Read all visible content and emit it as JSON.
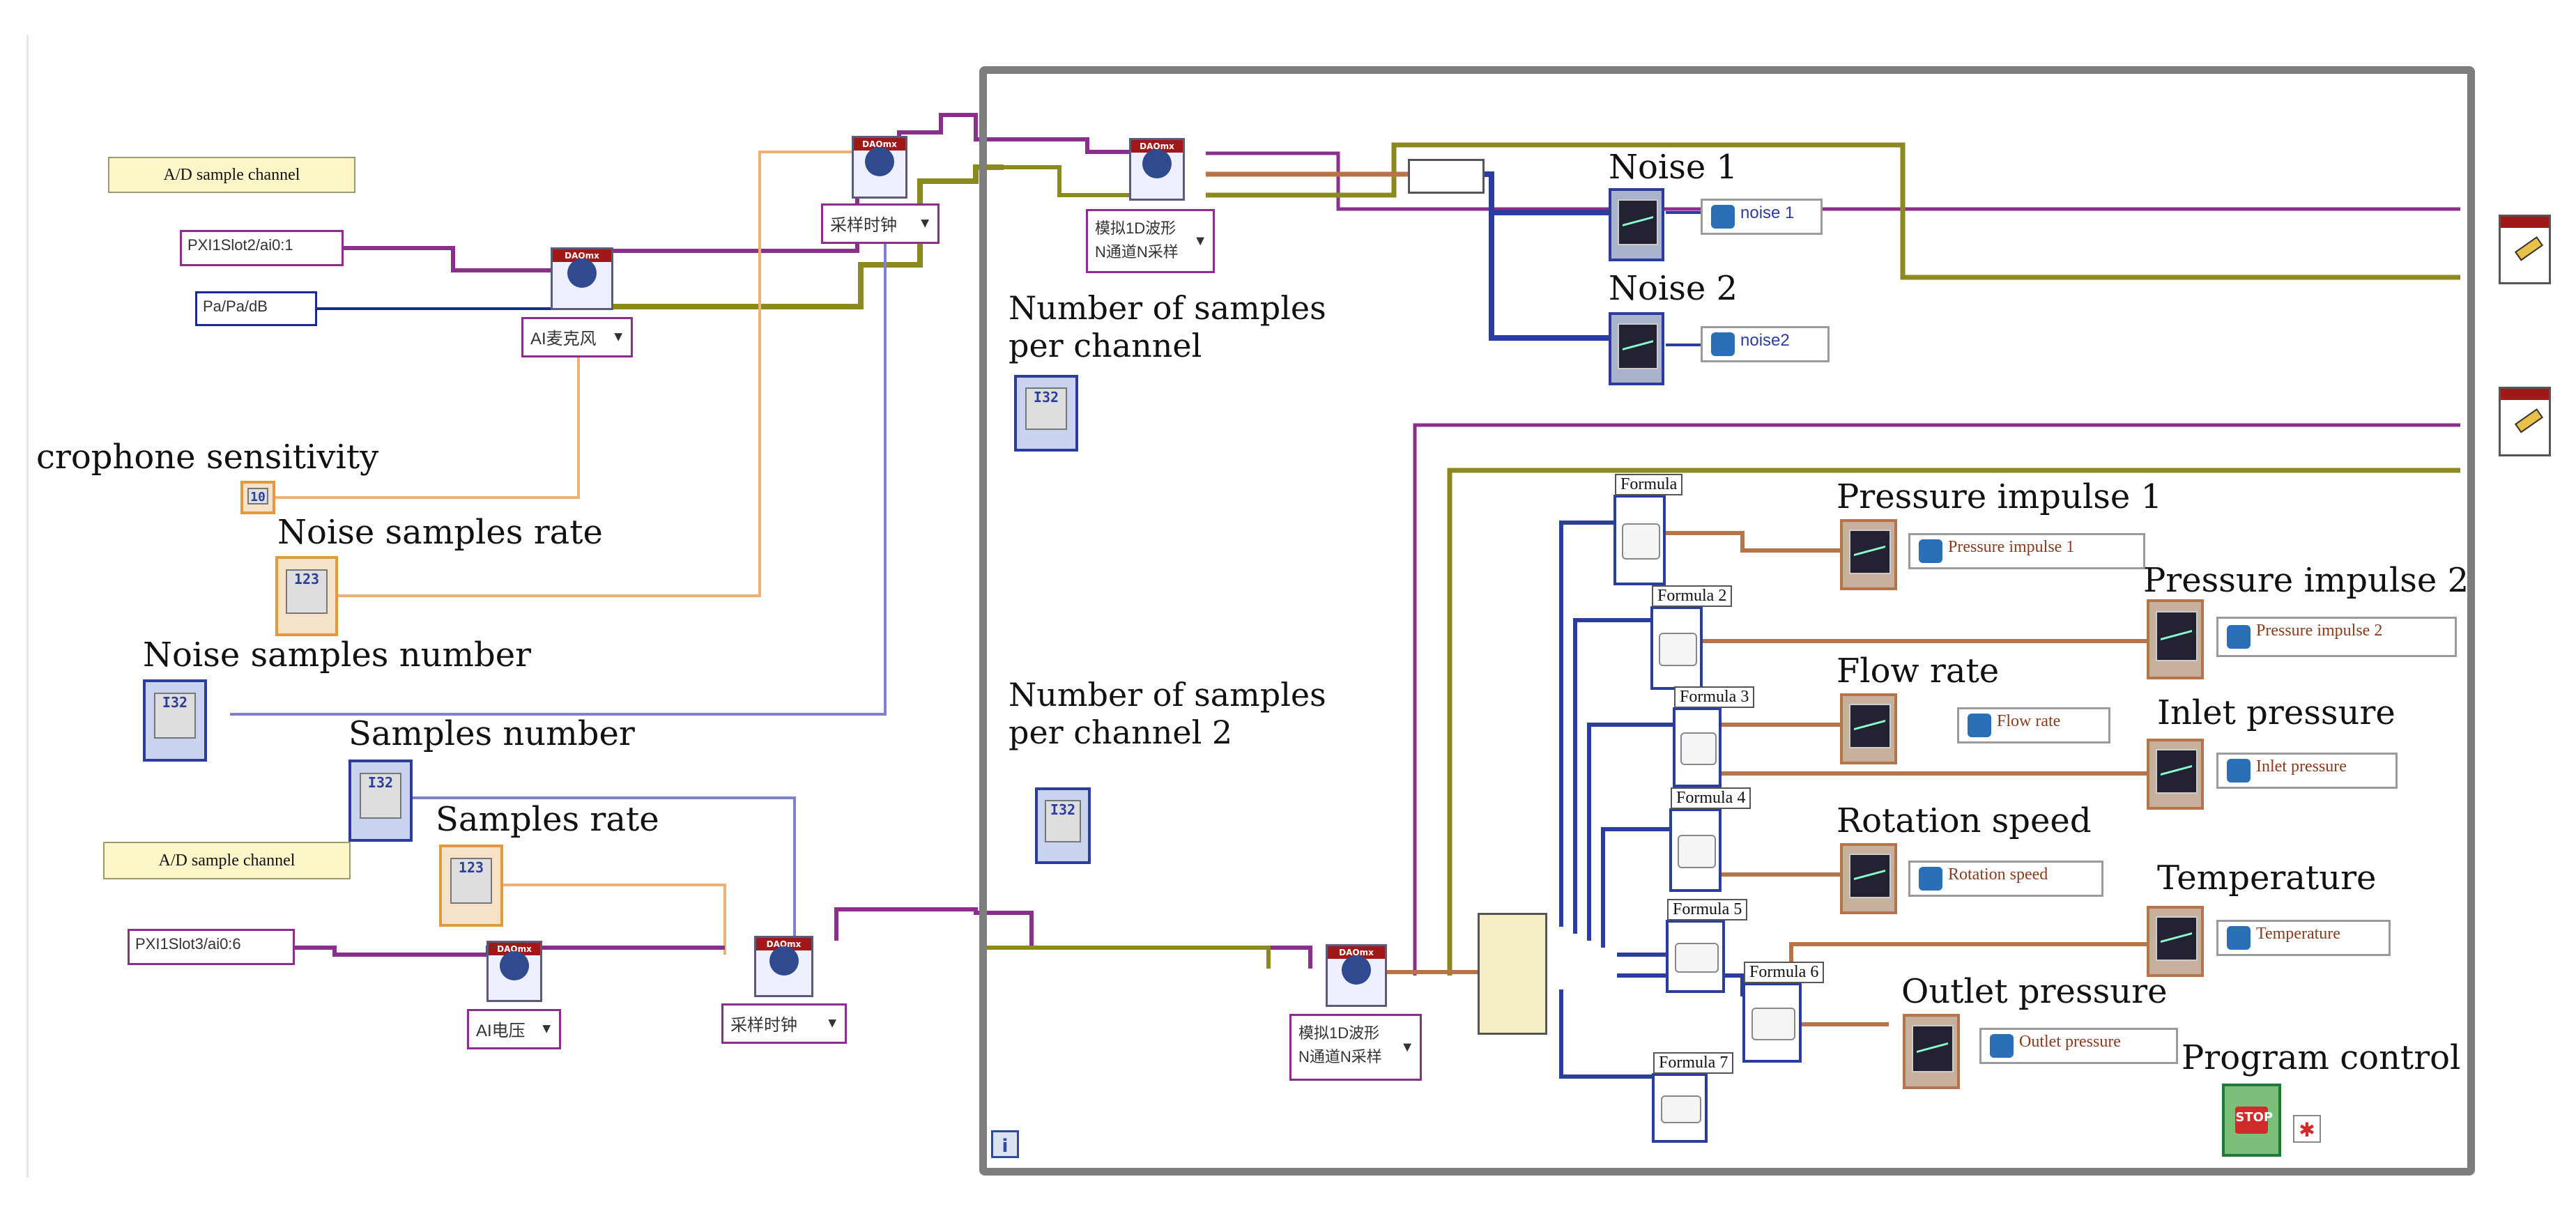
{
  "diagram": {
    "left_panel": {
      "ad_channel_label_top": "A/D sample channel",
      "ad_channel_label_bottom": "A/D sample channel",
      "channel_top_value": "PXI1Slot2/ai0:1",
      "channel_bottom_value": "PXI1Slot3/ai0:6",
      "unit_value": "Pa/Pa/dB",
      "mic_vi_label": "AI麦克风",
      "voltage_vi_label": "AI电压",
      "clock_top_label": "采样时钟",
      "clock_bottom_label": "采样时钟",
      "sensitivity_label": "crophone sensitivity",
      "sensitivity_value": "10",
      "noise_rate_label": "Noise samples rate",
      "noise_number_label": "Noise samples number",
      "samples_number_label": "Samples number",
      "samples_rate_label": "Samples rate"
    },
    "loop": {
      "iteration_icon": "i",
      "read_top_label": "模拟1D波形\nN通道N采样",
      "read_bottom_label": "模拟1D波形\nN通道N采样",
      "num_samples_label": "Number of samples\nper channel",
      "num_samples2_label": "Number of samples\nper channel 2",
      "noise1_label": "Noise 1",
      "noise2_label": "Noise 2",
      "noise1_indicator": "noise 1",
      "noise2_indicator": "noise2",
      "formulas": [
        "Formula",
        "Formula 2",
        "Formula 3",
        "Formula 4",
        "Formula 5",
        "Formula 6",
        "Formula 7"
      ],
      "outputs": [
        {
          "label": "Pressure impulse 1",
          "indicator": "Pressure impulse 1"
        },
        {
          "label": "Pressure impulse 2",
          "indicator": "Pressure impulse 2"
        },
        {
          "label": "Flow rate",
          "indicator": "Flow rate"
        },
        {
          "label": "Inlet pressure",
          "indicator": "Inlet pressure"
        },
        {
          "label": "Rotation speed",
          "indicator": "Rotation speed"
        },
        {
          "label": "Temperature",
          "indicator": "Temperature"
        },
        {
          "label": "Outlet pressure",
          "indicator": "Outlet pressure"
        }
      ],
      "program_control_label": "Program control",
      "stop_text": "STOP"
    },
    "colors": {
      "wire_purple": "#8c2f8c",
      "wire_olive": "#8a8a20",
      "wire_blue": "#2b3e9f",
      "wire_orange": "#b7744a",
      "wire_light_orange": "#f0b070",
      "loop_border": "#7d7d7d"
    }
  }
}
